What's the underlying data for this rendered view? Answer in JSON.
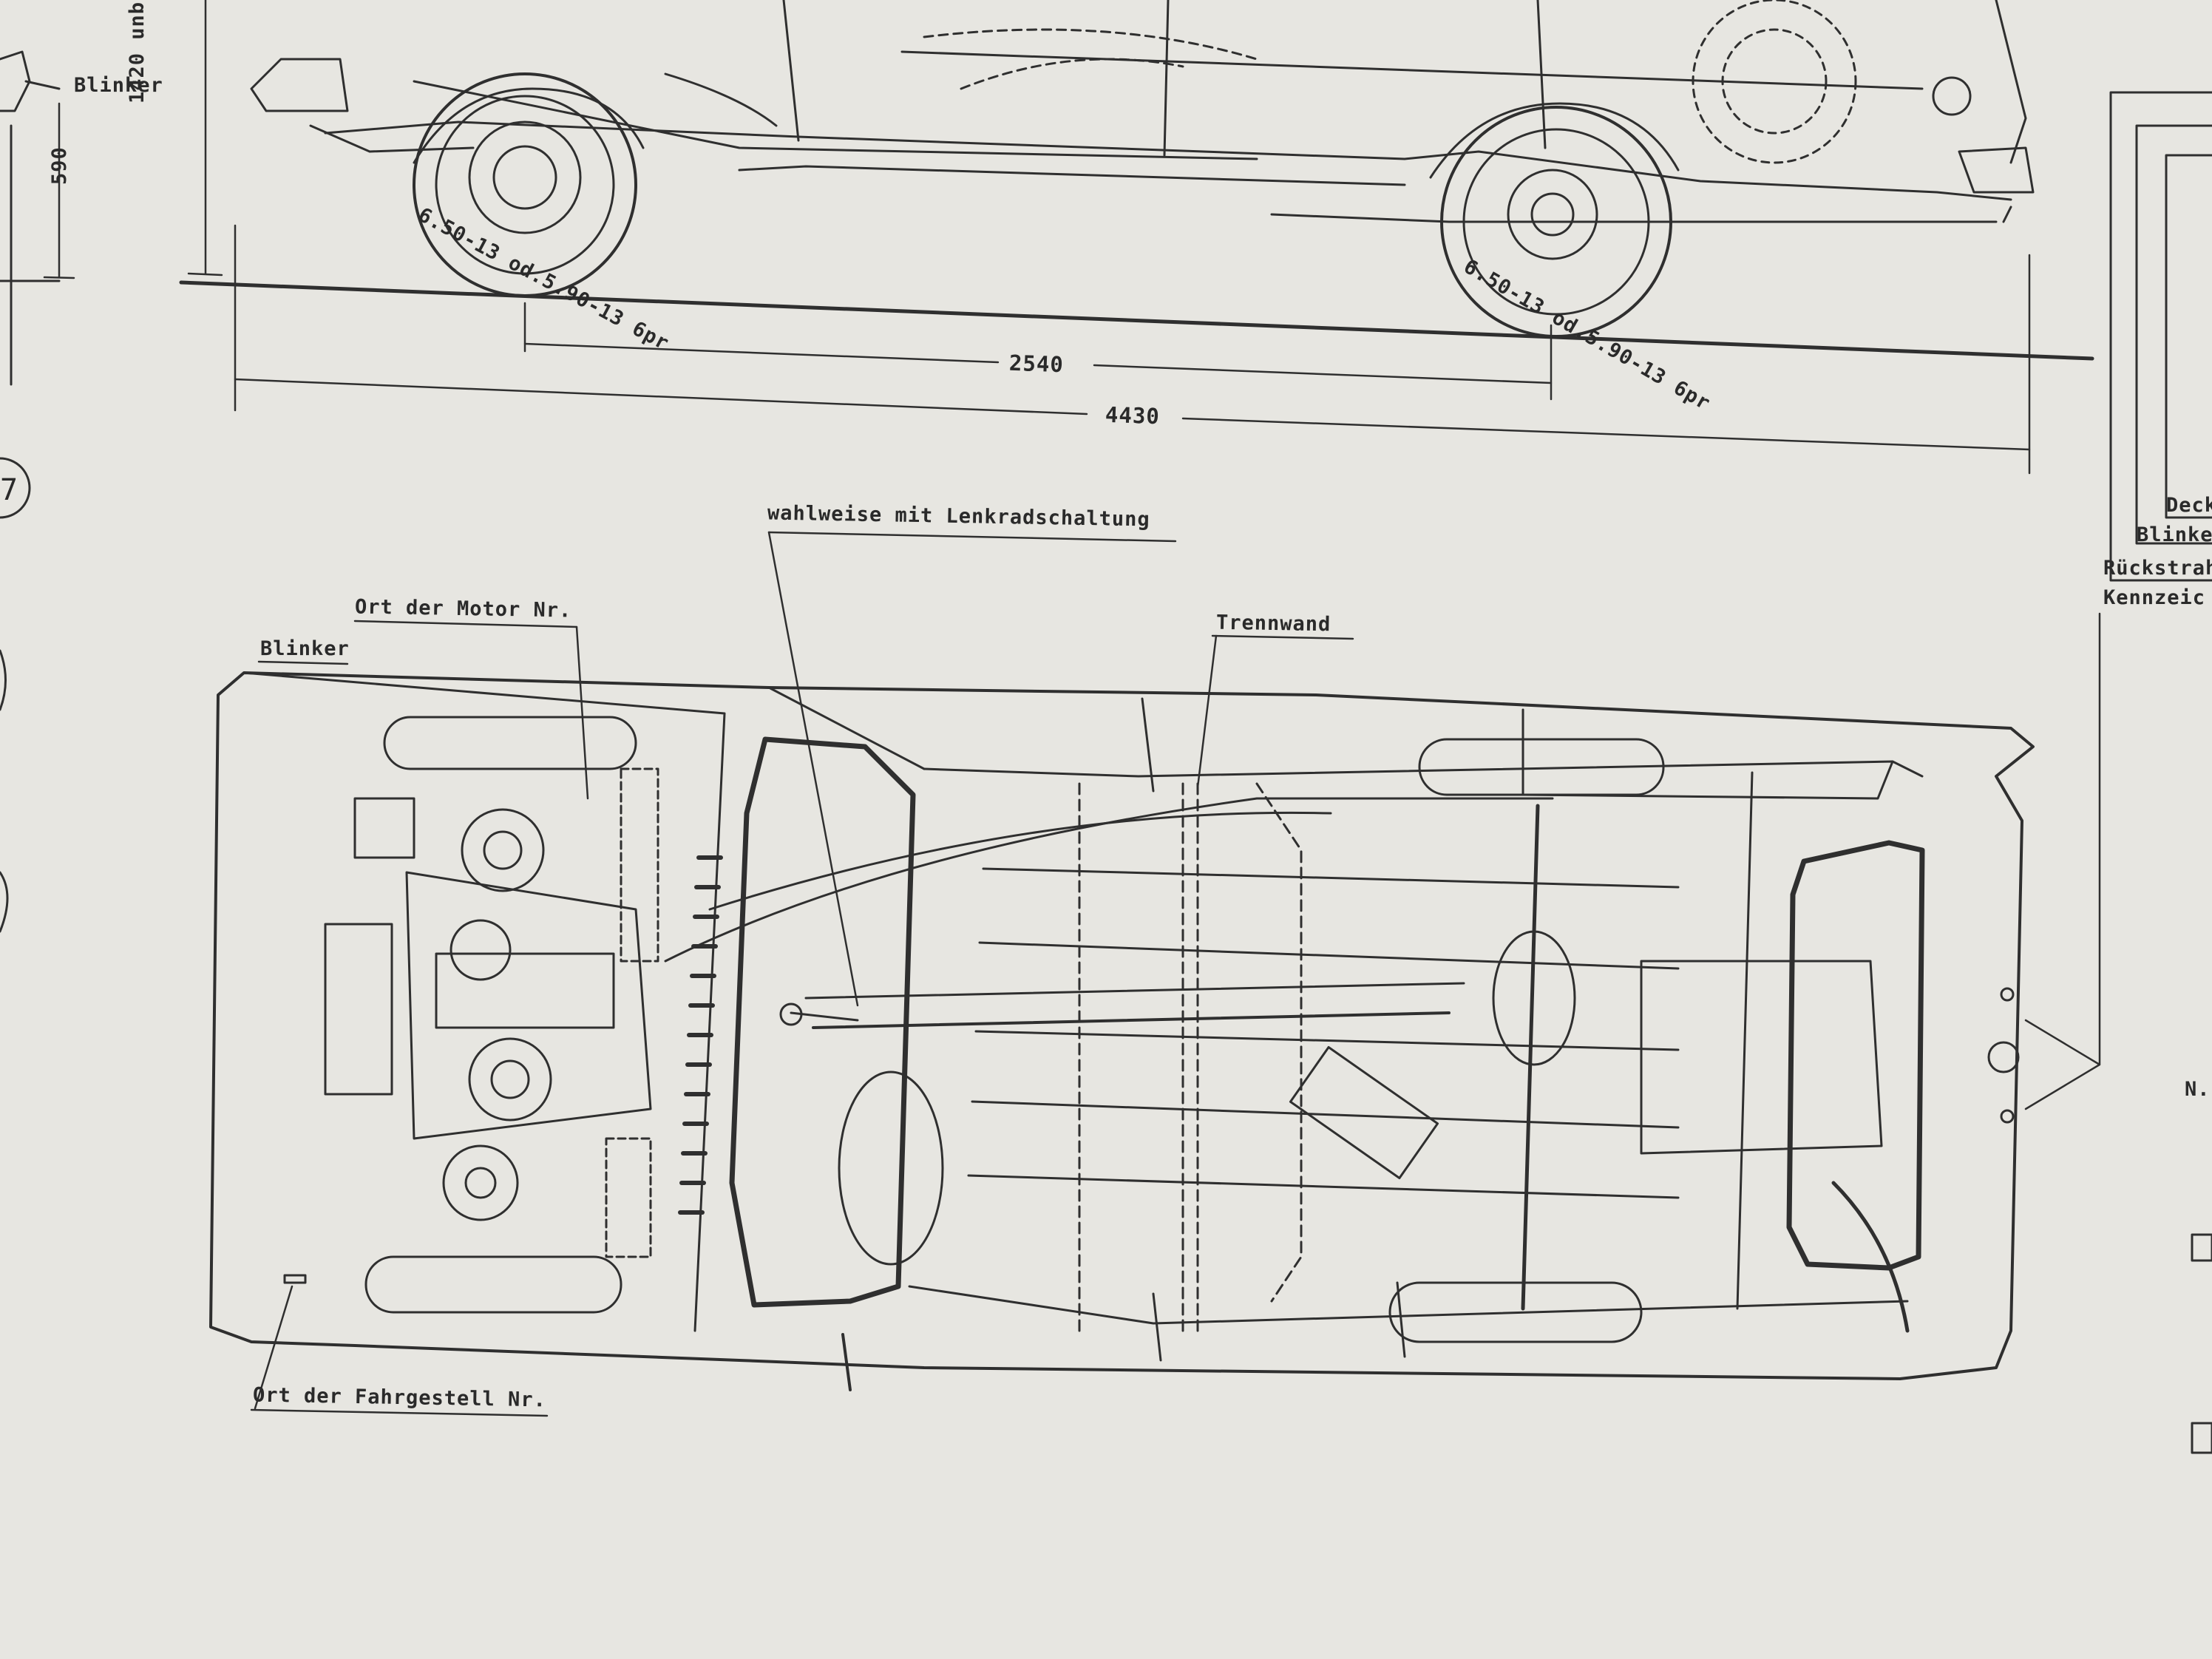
{
  "side_view": {
    "blinker_label": "Blinker",
    "height_label": "1420 unb",
    "clearance_label": "590",
    "front_tire_label": "6.50-13 od.5.90-13 6pr",
    "rear_tire_label": "6.50-13 od.5.90-13 6pr",
    "wheelbase_label": "2540",
    "length_label": "4430"
  },
  "top_view": {
    "gear_option_label": "wahlweise mit Lenkradschaltung",
    "engine_number_label": "Ort der Motor Nr.",
    "blinker_label": "Blinker",
    "partition_label": "Trennwand",
    "chassis_number_label": "Ort der Fahrgestell Nr."
  },
  "right_panel": {
    "items": [
      "Deck",
      "Blinker",
      "Rückstrah",
      "Kennzeic"
    ],
    "n_label": "N."
  },
  "margin_mark": "7"
}
